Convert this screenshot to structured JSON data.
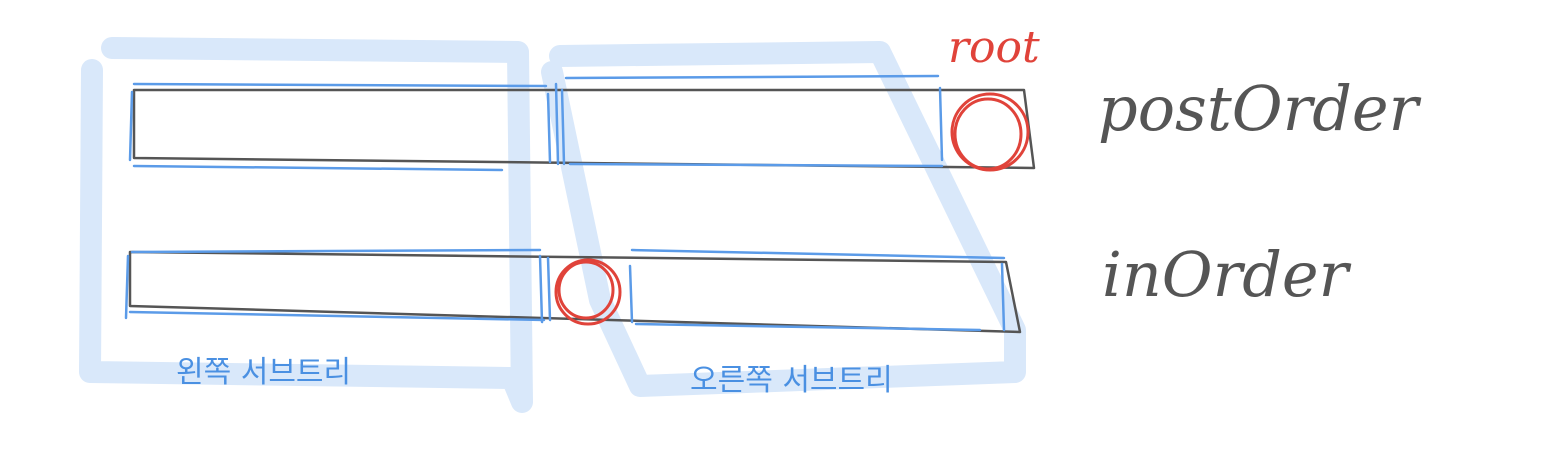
{
  "labels": {
    "root": "root",
    "post_order": "postOrder",
    "in_order": "inOrder",
    "left_subtree": "왼쪽 서브트리",
    "right_subtree": "오른쪽 서브트리"
  },
  "colors": {
    "array_outline": "#555555",
    "subtree_highlight": "#d9e8fa",
    "subtree_stroke": "#5b9be8",
    "root_marker": "#e0433a"
  }
}
